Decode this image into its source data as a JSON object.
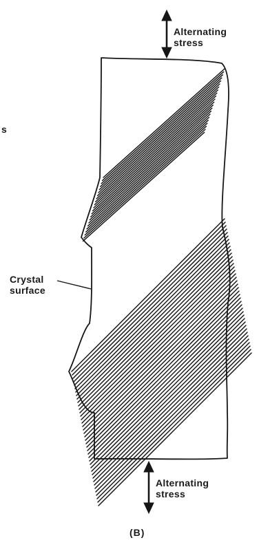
{
  "labels": {
    "top_stress_line1": "Alternating",
    "top_stress_line2": "stress",
    "bottom_stress_line1": "Alternating",
    "bottom_stress_line2": "stress",
    "crystal_line1": "Crystal",
    "crystal_line2": "surface",
    "panel": "(B)",
    "left_fragment": "s"
  },
  "colors": {
    "ink": "#161616",
    "paper": "#ffffff"
  }
}
